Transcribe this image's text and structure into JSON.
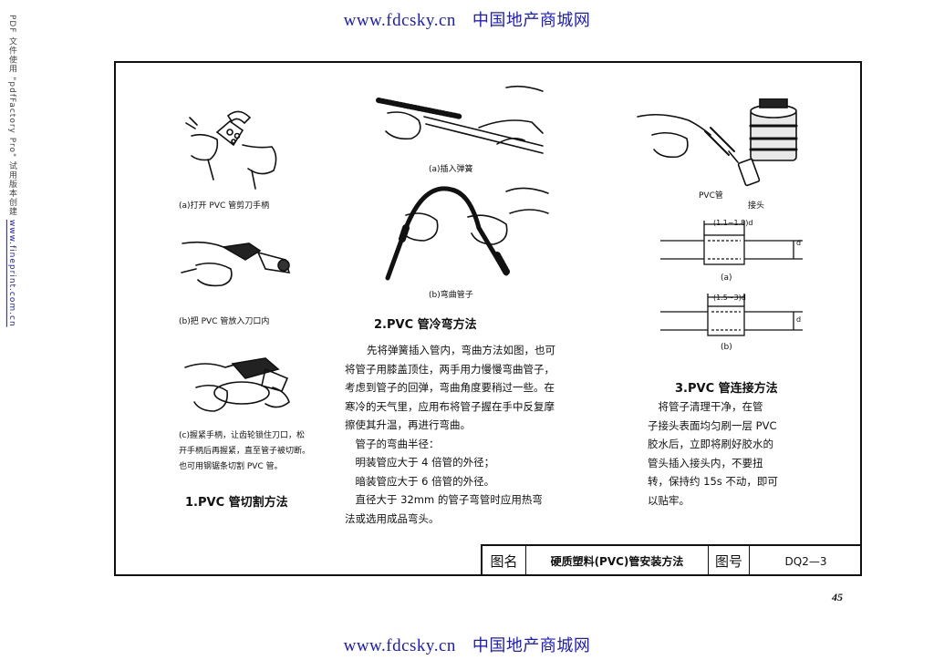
{
  "watermark": {
    "url": "www.fdcsky.cn",
    "site_name": "中国地产商城网"
  },
  "side_note": {
    "text": "PDF 文件使用 \"pdfFactory Pro\" 试用版本创建",
    "link": "www.fineprint.com.cn"
  },
  "section1": {
    "fig_a_caption": "(a)打开 PVC 管剪刀手柄",
    "fig_b_caption": "(b)把 PVC 管放入刀口内",
    "fig_c_caption_lines": [
      "(c)握紧手柄，让齿轮锁住刀口，松",
      "开手柄后再握紧，直至管子被切断。",
      "也可用钢锯条切割 PVC 管。"
    ],
    "heading": "1.PVC 管切割方法"
  },
  "section2": {
    "fig_a_caption": "(a)插入弹簧",
    "fig_b_caption": "(b)弯曲管子",
    "heading": "2.PVC 管冷弯方法",
    "body_lines": [
      "先将弹簧插入管内，弯曲方法如图，也可",
      "将管子用膝盖顶住，两手用力慢慢弯曲管子，",
      "考虑到管子的回弹，弯曲角度要稍过一些。在",
      "寒冷的天气里，应用布将管子握在手中反复摩",
      "擦使其升温，再进行弯曲。",
      "　管子的弯曲半径：",
      "　明装管应大于 4 倍管的外径；",
      "　暗装管应大于 6 倍管的外径。",
      "　直径大于 32mm 的管子弯管时应用热弯",
      "法或选用成品弯头。"
    ]
  },
  "section3": {
    "label_pipe": "PVC管",
    "label_joint": "接头",
    "dim_a": "(1.1~1.8)d",
    "dim_b": "(1.5~3)d",
    "dim_d": "d",
    "fig_a_caption": "(a)",
    "fig_b_caption": "(b)",
    "heading": "3.PVC 管连接方法",
    "body_lines": [
      "　将管子清理干净，在管",
      "子接头表面均匀刷一层 PVC",
      "胶水后，立即将刷好胶水的",
      "管头插入接头内，不要扭",
      "转，保持约 15s 不动，即可",
      "以贴牢。"
    ]
  },
  "title_block": {
    "label_name": "图名",
    "drawing_title": "硬质塑料(PVC)管安装方法",
    "label_number": "图号",
    "drawing_number": "DQ2—3"
  },
  "page_number": "45"
}
